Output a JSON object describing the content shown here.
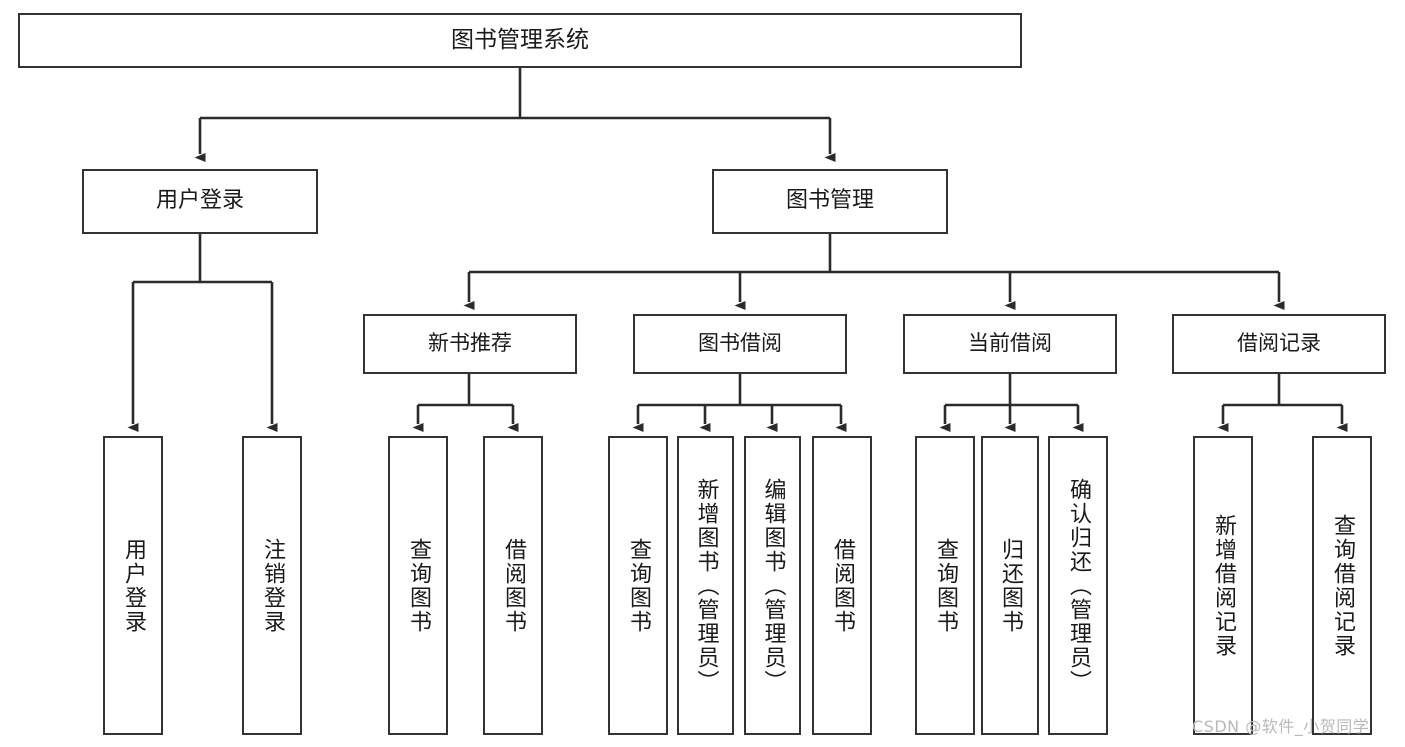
{
  "diagram": {
    "title": "图书管理系统",
    "type": "hierarchy-tree",
    "root": {
      "id": "root",
      "label": "图书管理系统"
    },
    "level2": [
      {
        "id": "user-login",
        "label": "用户登录"
      },
      {
        "id": "book-manage",
        "label": "图书管理"
      }
    ],
    "level3": [
      {
        "id": "new-book-recommend",
        "label": "新书推荐"
      },
      {
        "id": "book-borrow",
        "label": "图书借阅"
      },
      {
        "id": "current-borrow",
        "label": "当前借阅"
      },
      {
        "id": "borrow-record",
        "label": "借阅记录"
      }
    ],
    "leaves": [
      {
        "id": "leaf-user-login",
        "label": "用户登录",
        "parent": "user-login"
      },
      {
        "id": "leaf-user-logout",
        "label": "注销登录",
        "parent": "user-login"
      },
      {
        "id": "leaf-query-book-1",
        "label": "查询图书",
        "parent": "new-book-recommend"
      },
      {
        "id": "leaf-borrow-book-1",
        "label": "借阅图书",
        "parent": "new-book-recommend"
      },
      {
        "id": "leaf-query-book-2",
        "label": "查询图书",
        "parent": "book-borrow"
      },
      {
        "id": "leaf-add-book",
        "label": "新增图书（管理员）",
        "parent": "book-borrow"
      },
      {
        "id": "leaf-edit-book",
        "label": "编辑图书（管理员）",
        "parent": "book-borrow"
      },
      {
        "id": "leaf-borrow-book-2",
        "label": "借阅图书",
        "parent": "book-borrow"
      },
      {
        "id": "leaf-query-book-3",
        "label": "查询图书",
        "parent": "current-borrow"
      },
      {
        "id": "leaf-return-book",
        "label": "归还图书",
        "parent": "current-borrow"
      },
      {
        "id": "leaf-confirm-return",
        "label": "确认归还（管理员）",
        "parent": "current-borrow"
      },
      {
        "id": "leaf-add-record",
        "label": "新增借阅记录",
        "parent": "borrow-record"
      },
      {
        "id": "leaf-query-record",
        "label": "查询借阅记录",
        "parent": "borrow-record"
      }
    ],
    "watermark": "CSDN @软件_小贺同学",
    "colors": {
      "border": "#333333",
      "background": "#ffffff",
      "text": "#1a1a1a",
      "watermark": "#b9b9b9"
    }
  }
}
